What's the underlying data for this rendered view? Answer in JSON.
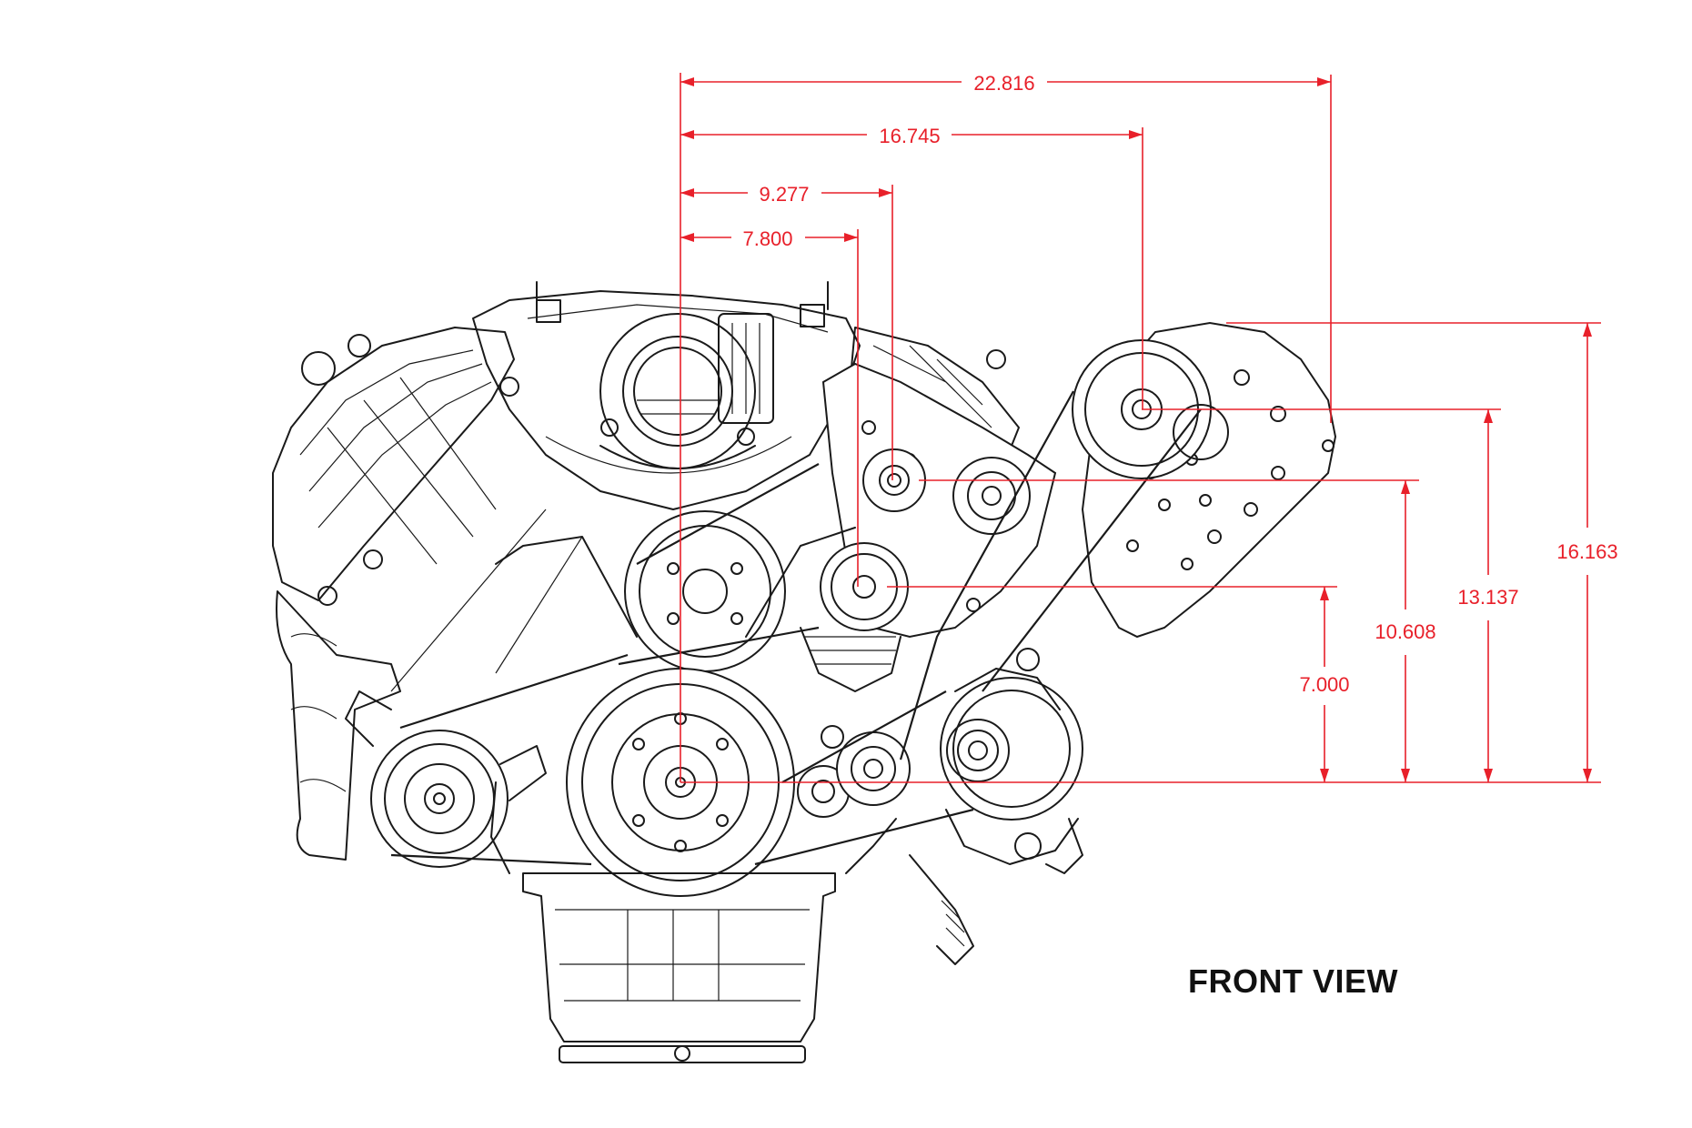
{
  "view_label": "FRONT VIEW",
  "dimension_color": "#e8202a",
  "line_color": "#1a1a1a",
  "horizontal_dimensions": [
    {
      "id": "h1",
      "value": "22.816"
    },
    {
      "id": "h2",
      "value": "16.745"
    },
    {
      "id": "h3",
      "value": "9.277"
    },
    {
      "id": "h4",
      "value": "7.800"
    }
  ],
  "vertical_dimensions": [
    {
      "id": "v1",
      "value": "16.163"
    },
    {
      "id": "v2",
      "value": "13.137"
    },
    {
      "id": "v3",
      "value": "10.608"
    },
    {
      "id": "v4",
      "value": "7.000"
    }
  ]
}
